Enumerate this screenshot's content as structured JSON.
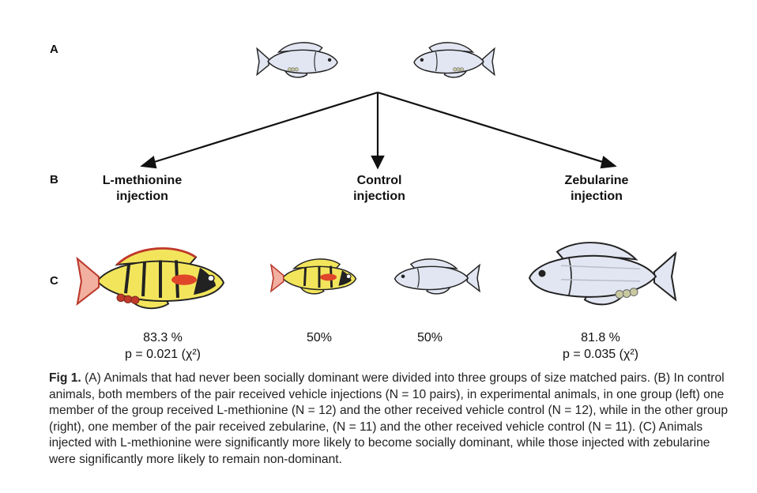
{
  "panels": {
    "a": "A",
    "b": "B",
    "c": "C"
  },
  "groups": [
    {
      "line1": "L-methionine",
      "line2": "injection"
    },
    {
      "line1": "Control",
      "line2": "injection"
    },
    {
      "line1": "Zebularine",
      "line2": "injection"
    }
  ],
  "results": {
    "methionine": {
      "pct": "83.3 %",
      "p": "p = 0.021 (χ²)"
    },
    "control_left": {
      "pct": "50%"
    },
    "control_right": {
      "pct": "50%"
    },
    "zebularine": {
      "pct": "81.8 %",
      "p": "p = 0.035 (χ²)"
    }
  },
  "caption": {
    "label": "Fig 1.",
    "text": " (A) Animals that had never been socially dominant were divided into three groups of size matched pairs. (B) In control animals, both members of the pair received vehicle injections (N = 10 pairs), in experimental animals, in one group (left) one member of the group received L-methionine (N = 12) and the other received vehicle control (N = 12), while in the other group (right), one member of the pair received zebularine, (N = 11) and the other received vehicle control (N = 11). (C) Animals injected with L-methionine were significantly more likely to become socially dominant, while those injected with zebularine were significantly more likely to remain non-dominant."
  },
  "colors": {
    "dominant_body": "#f2e55c",
    "dominant_patch": "#e0462a",
    "dominant_fin_edge": "#c0392b",
    "subordinate_body": "#e2e6f2",
    "outline": "#222222"
  },
  "icons": [
    "fish-subordinate-icon",
    "fish-dominant-icon",
    "arrow-icon"
  ]
}
